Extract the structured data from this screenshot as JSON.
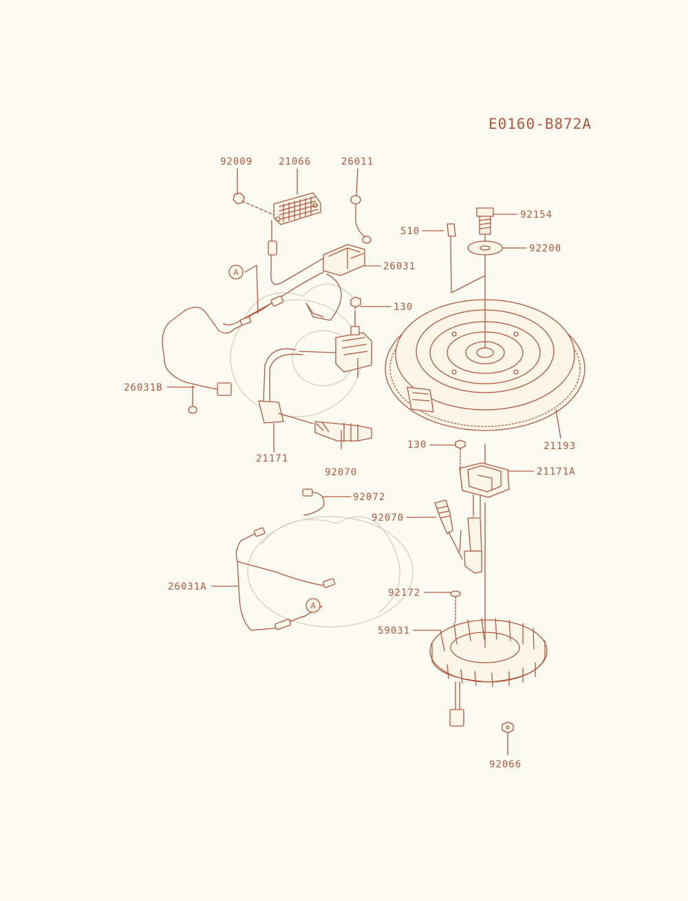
{
  "diagram": {
    "code": "E0160-B872A",
    "callouts": [
      "92009",
      "21066",
      "26011",
      "510",
      "92154",
      "92200",
      "26031",
      "130",
      "26031B",
      "21171",
      "92070",
      "21193",
      "21171A",
      "92072",
      "26031A",
      "92172",
      "59031",
      "92066"
    ],
    "ref_markers": [
      "A",
      "A"
    ],
    "colors": {
      "ink": "#b5553a",
      "background": "#fdfcf3",
      "watermark": "#d9d3c5"
    }
  }
}
